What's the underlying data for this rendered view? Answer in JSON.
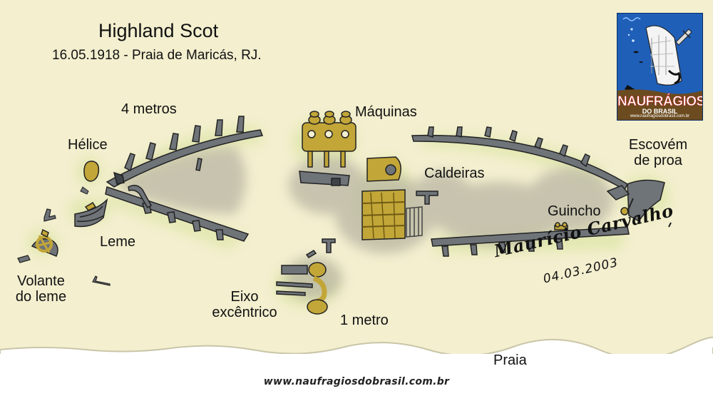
{
  "header": {
    "title": "Highland Scot",
    "subtitle": "16.05.1918 - Praia de Maricás, RJ."
  },
  "labels": {
    "depth_deep": "4 metros",
    "propeller": "Hélice",
    "rudder": "Leme",
    "helm_line1": "Volante",
    "helm_line2": "do leme",
    "engines": "Máquinas",
    "boilers": "Caldeiras",
    "shaft_line1": "Eixo",
    "shaft_line2": "excêntrico",
    "depth_shallow": "1 metro",
    "winch": "Guincho",
    "hawse_line1": "Escovém",
    "hawse_line2": "de proa",
    "beach": "Praia"
  },
  "signature": {
    "author": "Maurício Carvalho",
    "date": "04.03.2003"
  },
  "footer": {
    "url": "www.naufragiosdobrasil.com.br"
  },
  "logo": {
    "title": "NAUFRÁGIOS",
    "subtitle": "DO BRASIL",
    "url": "www.naufragiosdobrasil.com.br",
    "icon": "sinking-ship-icon"
  },
  "colors": {
    "sea": "#f3efcf",
    "sand_halo": "#e1e7ae",
    "debris_shadow": "#b9b5a3",
    "wreck_metal": "#6f7479",
    "machinery": "#c2a638",
    "logo_blue": "#1f5fb8",
    "logo_text_outline": "#c01818"
  }
}
